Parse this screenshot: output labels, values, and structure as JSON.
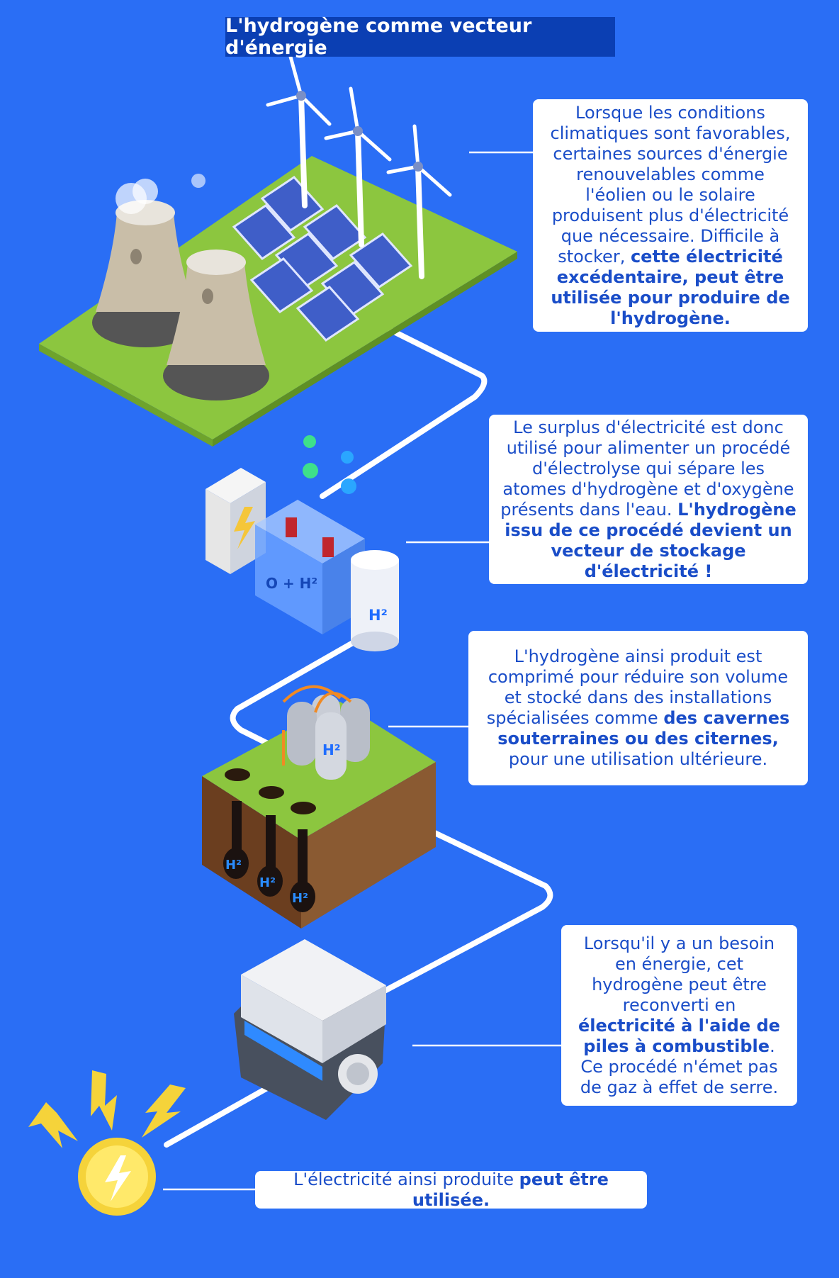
{
  "title": "L'hydrogène comme vecteur d'énergie",
  "colors": {
    "background": "#2a6ef5",
    "banner": "#0b3fb3",
    "card_text": "#1a4dc8",
    "grass": "#8cc63f",
    "bolt": "#f5d33a"
  },
  "steps": [
    {
      "text_a": "Lorsque les conditions climatiques sont favorables, certaines sources d'énergie renouvelables comme l'éolien ou le solaire produisent plus d'électricité que nécessaire. Difficile à stocker, ",
      "bold": "cette électricité excédentaire, peut être utilisée pour produire de l'hydrogène.",
      "text_b": ""
    },
    {
      "text_a": "Le surplus d'électricité est donc utilisé pour alimenter un procédé d'électrolyse qui sépare les atomes d'hydrogène et d'oxygène présents dans l'eau. ",
      "bold": "L'hydrogène issu de ce procédé devient un vecteur de stockage d'électricité !",
      "text_b": ""
    },
    {
      "text_a": "L'hydrogène ainsi produit est comprimé pour réduire son volume et stocké dans des installations spécialisées comme ",
      "bold": "des cavernes souterraines ou des citernes,",
      "text_b": " pour une utilisation ultérieure."
    },
    {
      "text_a": "Lorsqu'il y a un besoin en énergie, cet hydrogène peut être reconverti en ",
      "bold": "électricité à l'aide de piles à combustible",
      "text_b": ". Ce procédé n'émet pas de gaz à effet de serre."
    },
    {
      "text_a": "L'électricité ainsi produite ",
      "bold": "peut être utilisée.",
      "text_b": ""
    }
  ],
  "labels": {
    "electrolysis_tank": "O + H²",
    "h2_cylinder": "H²",
    "storage_tank": "H²",
    "cavern": "H²"
  },
  "icons": [
    "wind-turbine-icon",
    "solar-panel-icon",
    "cooling-tower-icon",
    "battery-icon",
    "lightning-bolt-icon",
    "fuel-cell-icon",
    "light-bulb-icon"
  ]
}
